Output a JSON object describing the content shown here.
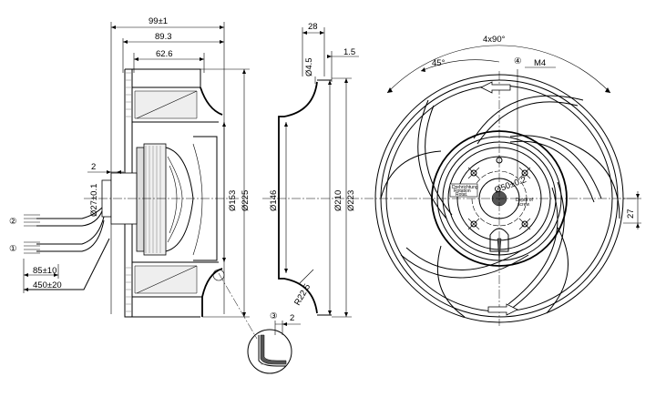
{
  "side_view": {
    "overall_width": "99±1",
    "width_inner": "89.3",
    "width_shroud": "62.6",
    "hub_offset": "2",
    "hub_dia": "Ø27±0.1",
    "motor_dia": "Ø153",
    "outer_dia": "Ø225",
    "cable_1_marker": "②",
    "cable_2_marker": "①",
    "strip_length": "85±10",
    "cable_length": "450±20"
  },
  "section_view": {
    "height": "28",
    "hole_dia": "Ø4.5",
    "wall": "1.5",
    "inlet_dia": "Ø146",
    "inner_dia": "Ø210",
    "outer_dia": "Ø223",
    "radius": "R22.5",
    "detail_marker": "③",
    "detail_dim": "2"
  },
  "front_view": {
    "pattern": "4x90°",
    "angle": "45°",
    "thread_marker": "④",
    "thread": "M4",
    "bolt_circle": "Ø50±0.2",
    "offset": "27",
    "label_left_1": "Drehrichtung",
    "label_left_2": "Rotation",
    "label_left_3": "Rotat.",
    "label_right_1": "Depth of",
    "label_right_2": "screw"
  }
}
